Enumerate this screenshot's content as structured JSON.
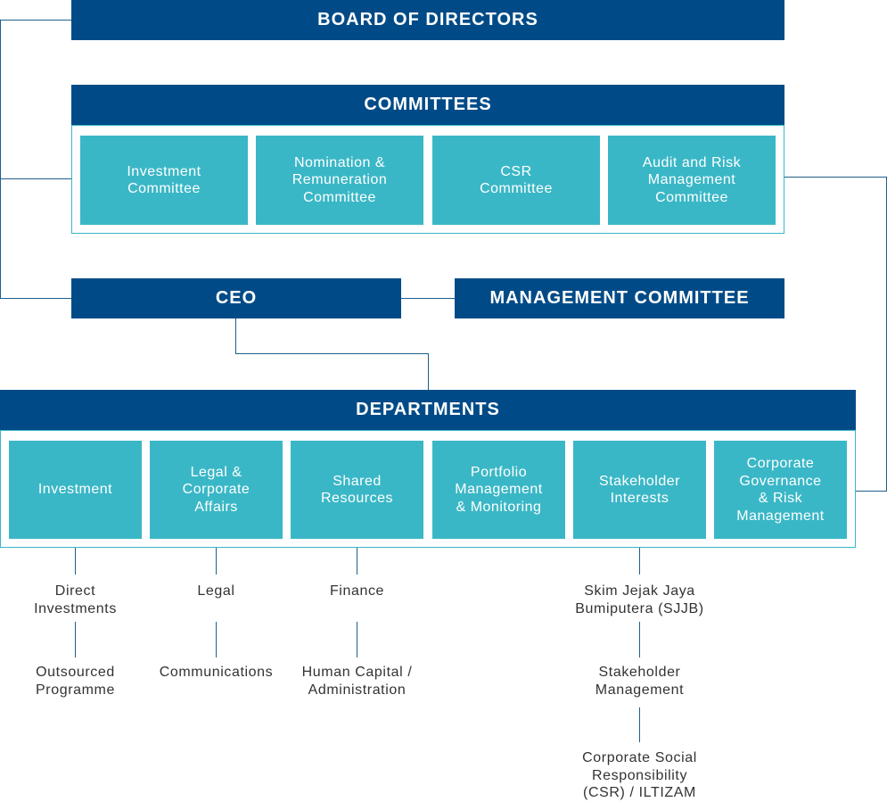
{
  "colors": {
    "header_blue": "#004b87",
    "box_teal": "#3ab7c6",
    "line_dark": "#1f5f8b",
    "text_gray": "#333333"
  },
  "board": {
    "label": "BOARD OF DIRECTORS"
  },
  "committees": {
    "label": "COMMITTEES",
    "items": [
      "Investment\nCommittee",
      "Nomination &\nRemuneration\nCommittee",
      "CSR\nCommittee",
      "Audit and Risk\nManagement\nCommittee"
    ]
  },
  "ceo": {
    "label": "CEO"
  },
  "management_committee": {
    "label": "MANAGEMENT COMMITTEE"
  },
  "departments": {
    "label": "DEPARTMENTS",
    "items": [
      "Investment",
      "Legal &\nCorporate\nAffairs",
      "Shared\nResources",
      "Portfolio\nManagement\n& Monitoring",
      "Stakeholder\nInterests",
      "Corporate\nGovernance\n& Risk\nManagement"
    ]
  },
  "sub_units": {
    "investment": [
      "Direct\nInvestments",
      "Outsourced\nProgramme"
    ],
    "legal": [
      "Legal",
      "Communications"
    ],
    "shared": [
      "Finance",
      "Human Capital /\nAdministration"
    ],
    "stakeholder": [
      "Skim Jejak Jaya\nBumiputera (SJJB)",
      "Stakeholder\nManagement",
      "Corporate Social\nResponsibility\n(CSR) / ILTIZAM"
    ]
  }
}
